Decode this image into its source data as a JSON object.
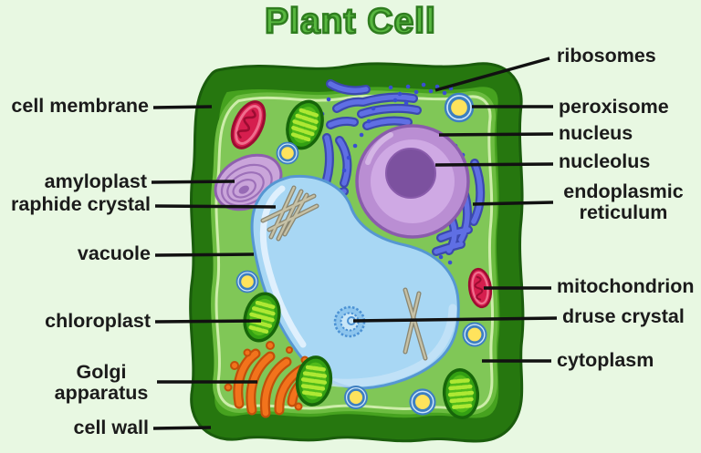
{
  "title": "Plant Cell",
  "labels": {
    "left": [
      {
        "id": "cell-membrane",
        "text": "cell membrane"
      },
      {
        "id": "amyloplast",
        "text": "amyloplast"
      },
      {
        "id": "raphide-crystal",
        "text": "raphide crystal"
      },
      {
        "id": "vacuole",
        "text": "vacuole"
      },
      {
        "id": "chloroplast",
        "text": "chloroplast"
      },
      {
        "id": "golgi-apparatus",
        "text": "Golgi apparatus"
      },
      {
        "id": "cell-wall",
        "text": "cell wall"
      }
    ],
    "right": [
      {
        "id": "ribosomes",
        "text": "ribosomes"
      },
      {
        "id": "peroxisome",
        "text": "peroxisome"
      },
      {
        "id": "nucleus",
        "text": "nucleus"
      },
      {
        "id": "nucleolus",
        "text": "nucleolus"
      },
      {
        "id": "endoplasmic-reticulum",
        "text": "endoplasmic reticulum"
      },
      {
        "id": "mitochondrion",
        "text": "mitochondrion"
      },
      {
        "id": "druse-crystal",
        "text": "druse crystal"
      },
      {
        "id": "cytoplasm",
        "text": "cytoplasm"
      }
    ]
  },
  "colors": {
    "background": "#e8f8e2",
    "title-fill": "#58b840",
    "title-stroke": "#2f7d1f",
    "label-text": "#1b1b1b",
    "leader-line": "#111111",
    "wall-outline": "#1a5c0c",
    "wall-dark": "#26770f",
    "wall-bright": "#46a21f",
    "membrane": "#6cbc40",
    "membrane-pale": "#cdedaa",
    "cytoplasm": "#80c757",
    "cyto-speckle": "#55a22e",
    "vacuole-fill": "#a8d7f4",
    "vacuole-edge": "#5697d2",
    "vacuole-highlight": "#e2f1fd",
    "vacuole-band": "#c6e3f8",
    "nucleus-outer": "#ba8ed3",
    "nucleus-inner": "#cfa9e4",
    "nucleus-edge": "#8a5cac",
    "nucleus-glow": "#d8bce8",
    "nucleolus": "#7c519f",
    "er-dark": "#3b49ae",
    "er-light": "#5f6fe4",
    "ribosome-dot": "#3a4ed2",
    "mito-fill": "#d61e4e",
    "mito-edge": "#9d0c32",
    "mito-inner": "#ef6d8d",
    "chloro-edge": "#17660a",
    "chloro-fill": "#33a013",
    "chloro-inner": "#52bb1a",
    "chloro-stripe": "#aee833",
    "peroxi-ring": "#cfe7fa",
    "peroxi-edge": "#3d7fc1",
    "peroxi-fill": "#ffe35c",
    "amylo-fill": "#caa5da",
    "amylo-edge": "#8e5fae",
    "golgi-dark": "#c2500a",
    "golgi-light": "#f2731c",
    "crystal-dark": "#8a8671",
    "crystal-light": "#c6c1a6",
    "druse-edge": "#4c92d4",
    "druse-fill": "#8ec6ee",
    "druse-inner": "#c8e6f8"
  }
}
